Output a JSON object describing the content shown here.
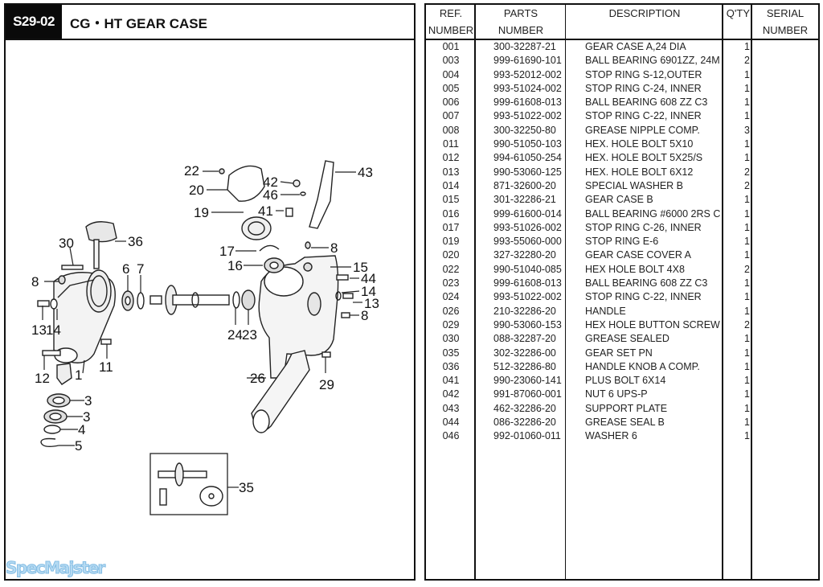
{
  "header": {
    "section_code": "S29-02",
    "title": "CG・HT GEAR CASE"
  },
  "watermark": "SpecMajster",
  "diagram": {
    "callouts": [
      "22",
      "20",
      "19",
      "42",
      "46",
      "41",
      "43",
      "17",
      "8",
      "16",
      "15",
      "44",
      "14",
      "13",
      "8",
      "24",
      "23",
      "26",
      "29",
      "30",
      "36",
      "6",
      "7",
      "8",
      "13",
      "14",
      "11",
      "12",
      "1",
      "3",
      "3",
      "4",
      "5",
      "35"
    ]
  },
  "table": {
    "headers": {
      "ref": [
        "REF.",
        "NUMBER"
      ],
      "parts": [
        "PARTS",
        "NUMBER"
      ],
      "description": [
        "DESCRIPTION",
        ""
      ],
      "qty": [
        "Q'TY",
        ""
      ],
      "serial": [
        "SERIAL",
        "NUMBER"
      ]
    },
    "rows": [
      {
        "ref": "001",
        "part": "300-32287-21",
        "desc": "GEAR CASE A,24 DIA",
        "qty": "1"
      },
      {
        "ref": "003",
        "part": "999-61690-101",
        "desc": "BALL BEARING 6901ZZ, 24M",
        "qty": "2"
      },
      {
        "ref": "004",
        "part": "993-52012-002",
        "desc": "STOP RING S-12,OUTER",
        "qty": "1"
      },
      {
        "ref": "005",
        "part": "993-51024-002",
        "desc": "STOP RING C-24, INNER",
        "qty": "1"
      },
      {
        "ref": "006",
        "part": "999-61608-013",
        "desc": "BALL BEARING 608 ZZ C3",
        "qty": "1"
      },
      {
        "ref": "007",
        "part": "993-51022-002",
        "desc": "STOP RING C-22, INNER",
        "qty": "1"
      },
      {
        "ref": "008",
        "part": "300-32250-80",
        "desc": "GREASE NIPPLE COMP.",
        "qty": "3"
      },
      {
        "ref": "011",
        "part": "990-51050-103",
        "desc": "HEX. HOLE BOLT 5X10",
        "qty": "1"
      },
      {
        "ref": "012",
        "part": "994-61050-254",
        "desc": "HEX. HOLE BOLT 5X25/S",
        "qty": "1"
      },
      {
        "ref": "013",
        "part": "990-53060-125",
        "desc": "HEX. HOLE BOLT 6X12",
        "qty": "2"
      },
      {
        "ref": "014",
        "part": "871-32600-20",
        "desc": "SPECIAL WASHER B",
        "qty": "2"
      },
      {
        "ref": "015",
        "part": "301-32286-21",
        "desc": "GEAR CASE B",
        "qty": "1"
      },
      {
        "ref": "016",
        "part": "999-61600-014",
        "desc": "BALL BEARING #6000 2RS C",
        "qty": "1"
      },
      {
        "ref": "017",
        "part": "993-51026-002",
        "desc": "STOP RING C-26, INNER",
        "qty": "1"
      },
      {
        "ref": "019",
        "part": "993-55060-000",
        "desc": "STOP RING E-6",
        "qty": "1"
      },
      {
        "ref": "020",
        "part": "327-32280-20",
        "desc": "GEAR CASE COVER A",
        "qty": "1"
      },
      {
        "ref": "022",
        "part": "990-51040-085",
        "desc": "HEX HOLE BOLT 4X8",
        "qty": "2"
      },
      {
        "ref": "023",
        "part": "999-61608-013",
        "desc": "BALL BEARING 608 ZZ C3",
        "qty": "1"
      },
      {
        "ref": "024",
        "part": "993-51022-002",
        "desc": "STOP RING C-22, INNER",
        "qty": "1"
      },
      {
        "ref": "026",
        "part": "210-32286-20",
        "desc": "HANDLE",
        "qty": "1"
      },
      {
        "ref": "029",
        "part": "990-53060-153",
        "desc": "HEX HOLE BUTTON SCREW",
        "qty": "2"
      },
      {
        "ref": "030",
        "part": "088-32287-20",
        "desc": "GREASE SEALED",
        "qty": "1"
      },
      {
        "ref": "035",
        "part": "302-32286-00",
        "desc": "GEAR SET PN",
        "qty": "1"
      },
      {
        "ref": "036",
        "part": "512-32286-80",
        "desc": "HANDLE KNOB A COMP.",
        "qty": "1"
      },
      {
        "ref": "041",
        "part": "990-23060-141",
        "desc": "PLUS BOLT 6X14",
        "qty": "1"
      },
      {
        "ref": "042",
        "part": "991-87060-001",
        "desc": "NUT 6 UPS-P",
        "qty": "1"
      },
      {
        "ref": "043",
        "part": "462-32286-20",
        "desc": "SUPPORT PLATE",
        "qty": "1"
      },
      {
        "ref": "044",
        "part": "086-32286-20",
        "desc": "GREASE SEAL B",
        "qty": "1"
      },
      {
        "ref": "046",
        "part": "992-01060-011",
        "desc": "WASHER 6",
        "qty": "1"
      }
    ]
  }
}
